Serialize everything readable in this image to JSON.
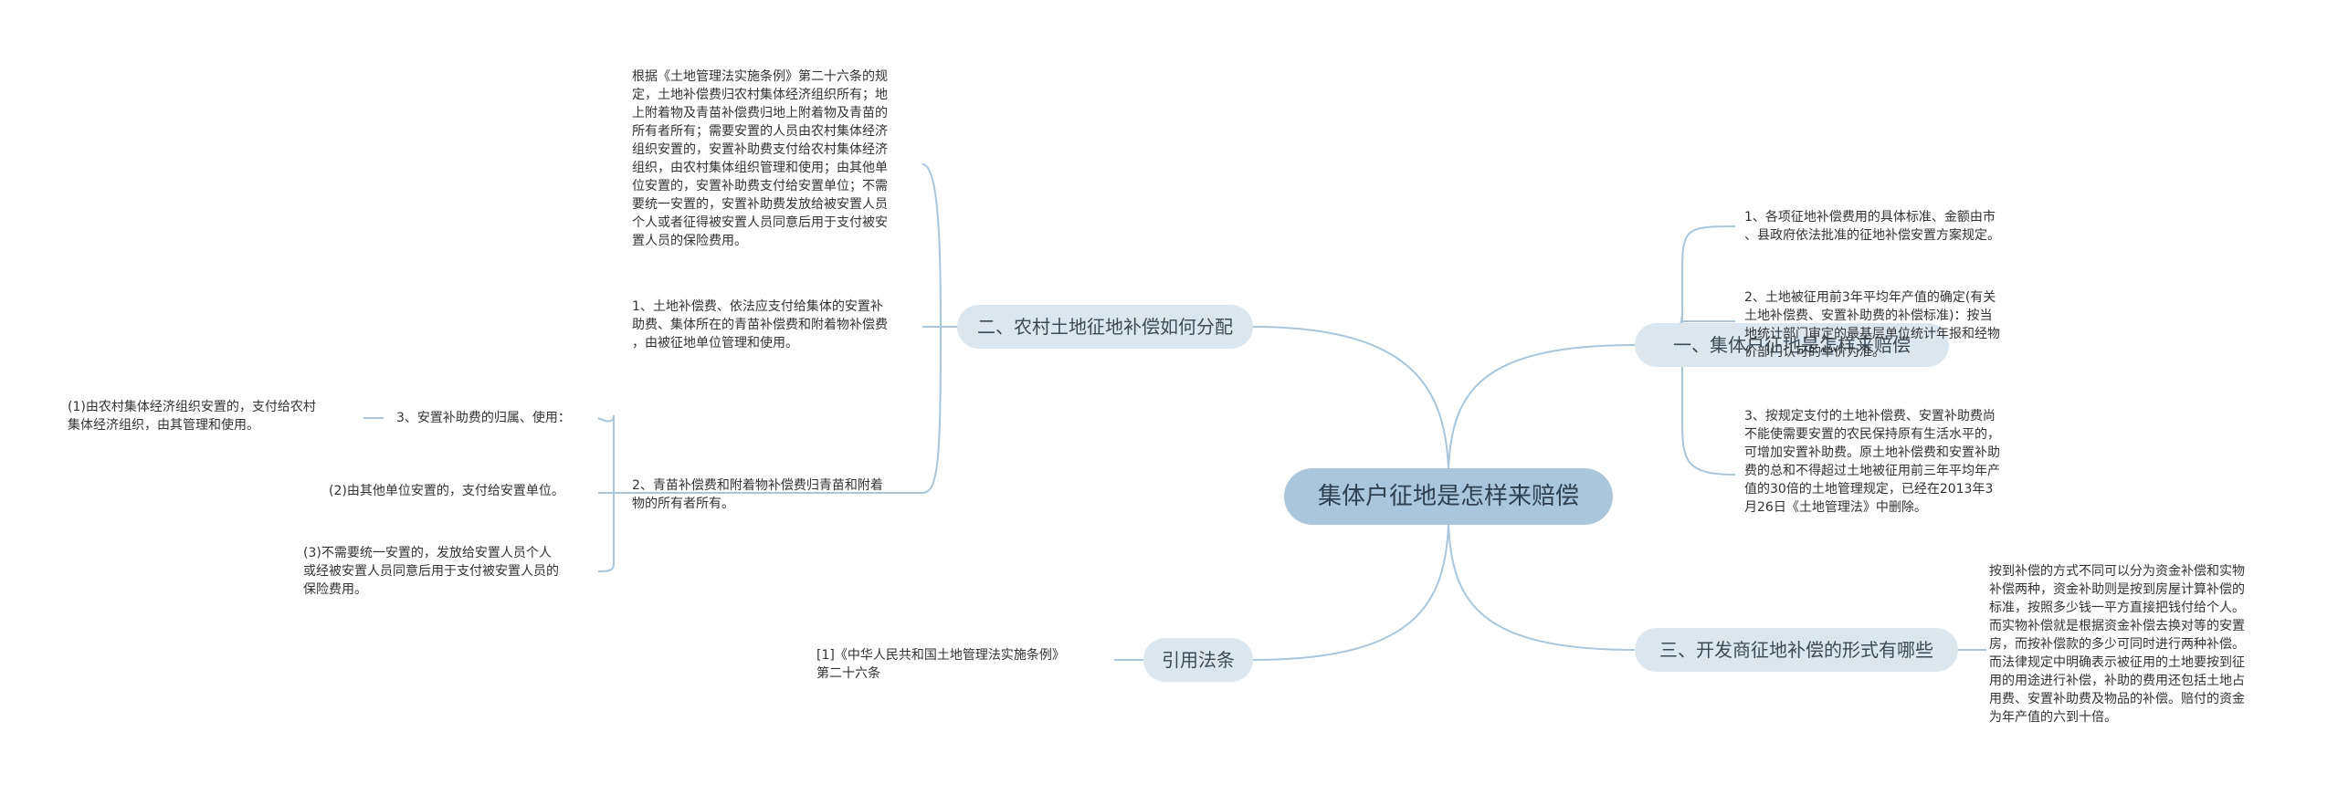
{
  "root": "集体户征地是怎样来赔偿",
  "right": {
    "b1": {
      "label": "一、集体户征地是怎样来赔偿",
      "items": [
        [
          "1、各项征地补偿费用的具体标准、金额由市",
          "、县政府依法批准的征地补偿安置方案规定。"
        ],
        [
          "2、土地被征用前3年平均年产值的确定(有关",
          "土地补偿费、安置补助费的补偿标准)：按当",
          "地统计部门审定的最基层单位统计年报和经物",
          "价部门认可的单价为准。"
        ],
        [
          "3、按规定支付的土地补偿费、安置补助费尚",
          "不能使需要安置的农民保持原有生活水平的，",
          "可增加安置补助费。原土地补偿费和安置补助",
          "费的总和不得超过土地被征用前三年平均年产",
          "值的30倍的土地管理规定，已经在2013年3",
          "月26日《土地管理法》中删除。"
        ]
      ]
    },
    "b3": {
      "label": "三、开发商征地补偿的形式有哪些",
      "items": [
        [
          "按到补偿的方式不同可以分为资金补偿和实物",
          "补偿两种，资金补助则是按到房屋计算补偿的",
          "标准，按照多少钱一平方直接把钱付给个人。",
          "而实物补偿就是根据资金补偿去换对等的安置",
          "房，而按补偿款的多少可同时进行两种补偿。",
          "而法律规定中明确表示被征用的土地要按到征",
          "用的用途进行补偿，补助的费用还包括土地占",
          "用费、安置补助费及物品的补偿。赔付的资金",
          "为年产值的六到十倍。"
        ]
      ]
    }
  },
  "left": {
    "b2": {
      "label": "二、农村土地征地补偿如何分配",
      "items": [
        [
          "根据《土地管理法实施条例》第二十六条的规",
          "定，土地补偿费归农村集体经济组织所有；地",
          "上附着物及青苗补偿费归地上附着物及青苗的",
          "所有者所有；需要安置的人员由农村集体经济",
          "组织安置的，安置补助费支付给农村集体经济",
          "组织，由农村集体组织管理和使用；由其他单",
          "位安置的，安置补助费支付给安置单位；不需",
          "要统一安置的，安置补助费发放给被安置人员",
          "个人或者征得被安置人员同意后用于支付被安",
          "置人员的保险费用。"
        ],
        [
          "1、土地补偿费、依法应支付给集体的安置补",
          "助费、集体所在的青苗补偿费和附着物补偿费",
          "，由被征地单位管理和使用。"
        ],
        [
          "2、青苗补偿费和附着物补偿费归青苗和附着",
          "物的所有者所有。"
        ]
      ],
      "sub": {
        "label": "3、安置补助费的归属、使用：",
        "items": [
          [
            "(1)由农村集体经济组织安置的，支付给农村",
            "集体经济组织，由其管理和使用。"
          ],
          [
            "(2)由其他单位安置的，支付给安置单位。"
          ],
          [
            "(3)不需要统一安置的，发放给安置人员个人",
            "或经被安置人员同意后用于支付被安置人员的",
            "保险费用。"
          ]
        ]
      }
    },
    "b4": {
      "label": "引用法条",
      "items": [
        [
          "[1]《中华人民共和国土地管理法实施条例》",
          "第二十六条"
        ]
      ]
    }
  },
  "colors": {
    "line": "#a9c6dd",
    "root_fill": "#a9c6dd",
    "branch_fill": "#dbe6ee",
    "text": "#333333"
  }
}
